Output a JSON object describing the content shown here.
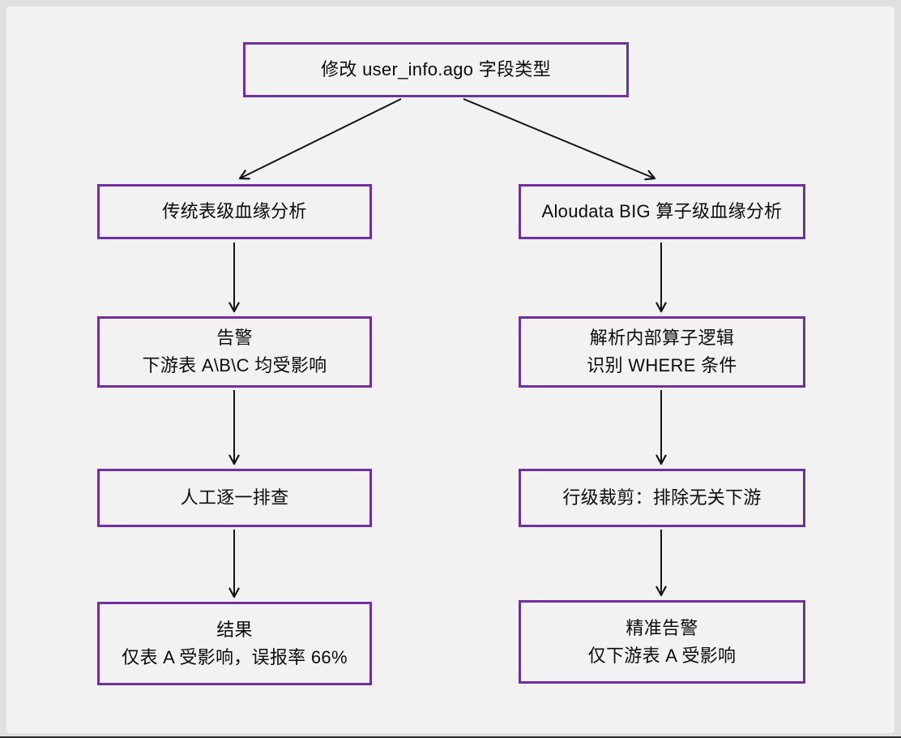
{
  "theme": {
    "accent": "#7030a0",
    "canvas-bg": "#f2f2f2",
    "frame-bg": "#e0e0e0",
    "arrow": "#141414",
    "text": "#0c0c0c"
  },
  "flowchart": {
    "root": {
      "lines": [
        "修改 user_info.ago 字段类型"
      ]
    },
    "left_branch": {
      "nodes": [
        {
          "lines": [
            "传统表级血缘分析"
          ]
        },
        {
          "lines": [
            "告警",
            "下游表 A\\B\\C 均受影响"
          ]
        },
        {
          "lines": [
            "人工逐一排查"
          ]
        },
        {
          "lines": [
            "结果",
            "仅表 A 受影响，误报率 66%"
          ]
        }
      ]
    },
    "right_branch": {
      "nodes": [
        {
          "lines": [
            "Aloudata BIG 算子级血缘分析"
          ]
        },
        {
          "lines": [
            "解析内部算子逻辑",
            "识别 WHERE 条件"
          ]
        },
        {
          "lines": [
            "行级裁剪：排除无关下游"
          ]
        },
        {
          "lines": [
            "精准告警",
            "仅下游表 A 受影响"
          ]
        }
      ]
    }
  }
}
